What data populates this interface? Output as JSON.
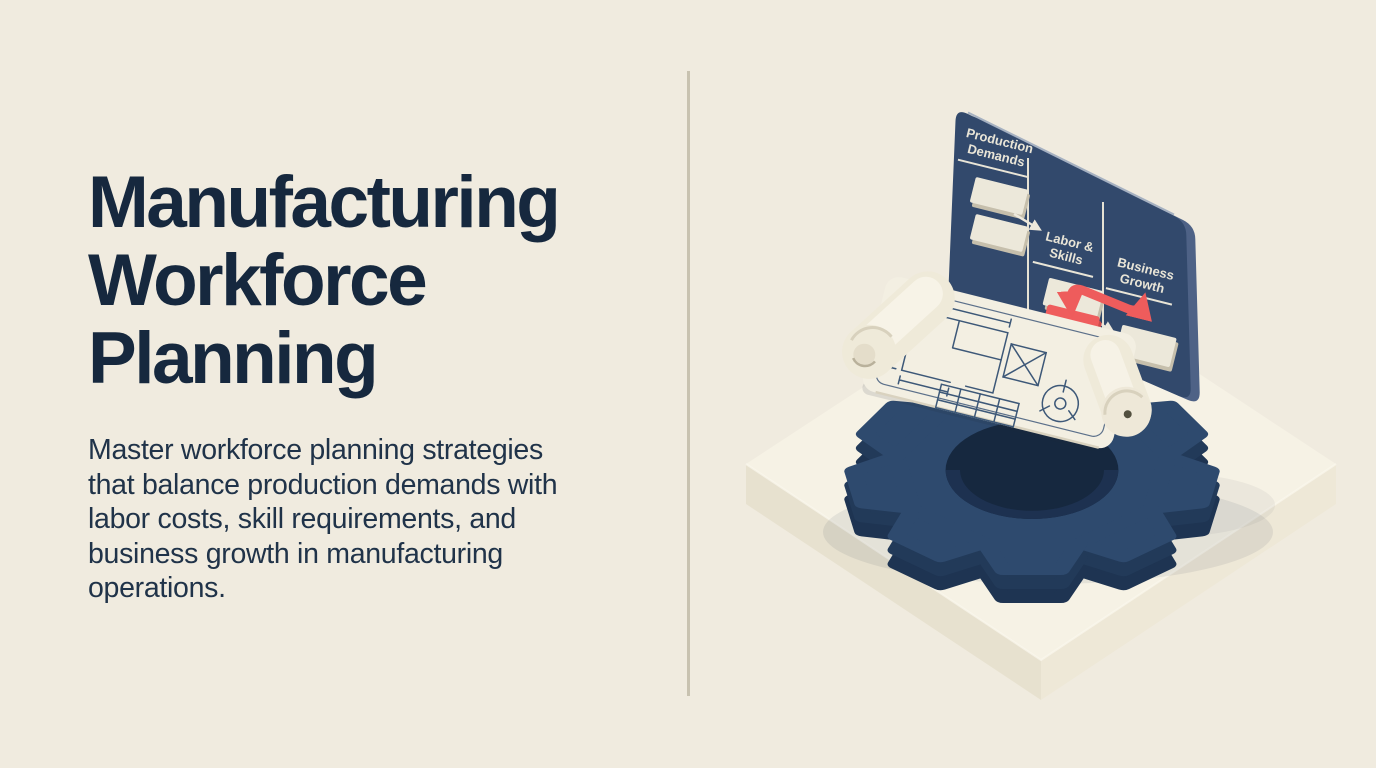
{
  "slide": {
    "title_lines": [
      "Manufacturing",
      "Workforce",
      "Planning"
    ],
    "description_lines": [
      "Master workforce planning strategies",
      "that balance production demands with",
      "labor costs, skill requirements, and",
      "business growth in manufacturing",
      "operations."
    ]
  },
  "illustration": {
    "board": {
      "columns": [
        {
          "lines": [
            "Production",
            "Demands"
          ]
        },
        {
          "lines": [
            "Labor &",
            "Skills"
          ]
        },
        {
          "lines": [
            "Business",
            "Growth"
          ]
        }
      ]
    }
  },
  "colors": {
    "background": "#f0ebdf",
    "title_text": "#16283e",
    "body_text": "#203349",
    "divider": "#c8c2b0",
    "navy": "#2e4a6e",
    "navy_dark": "#203754",
    "accent_red": "#ee5c5c",
    "cream_card": "#ece8da",
    "paper": "#f3efe2",
    "platform_top": "#f6f2e5"
  }
}
